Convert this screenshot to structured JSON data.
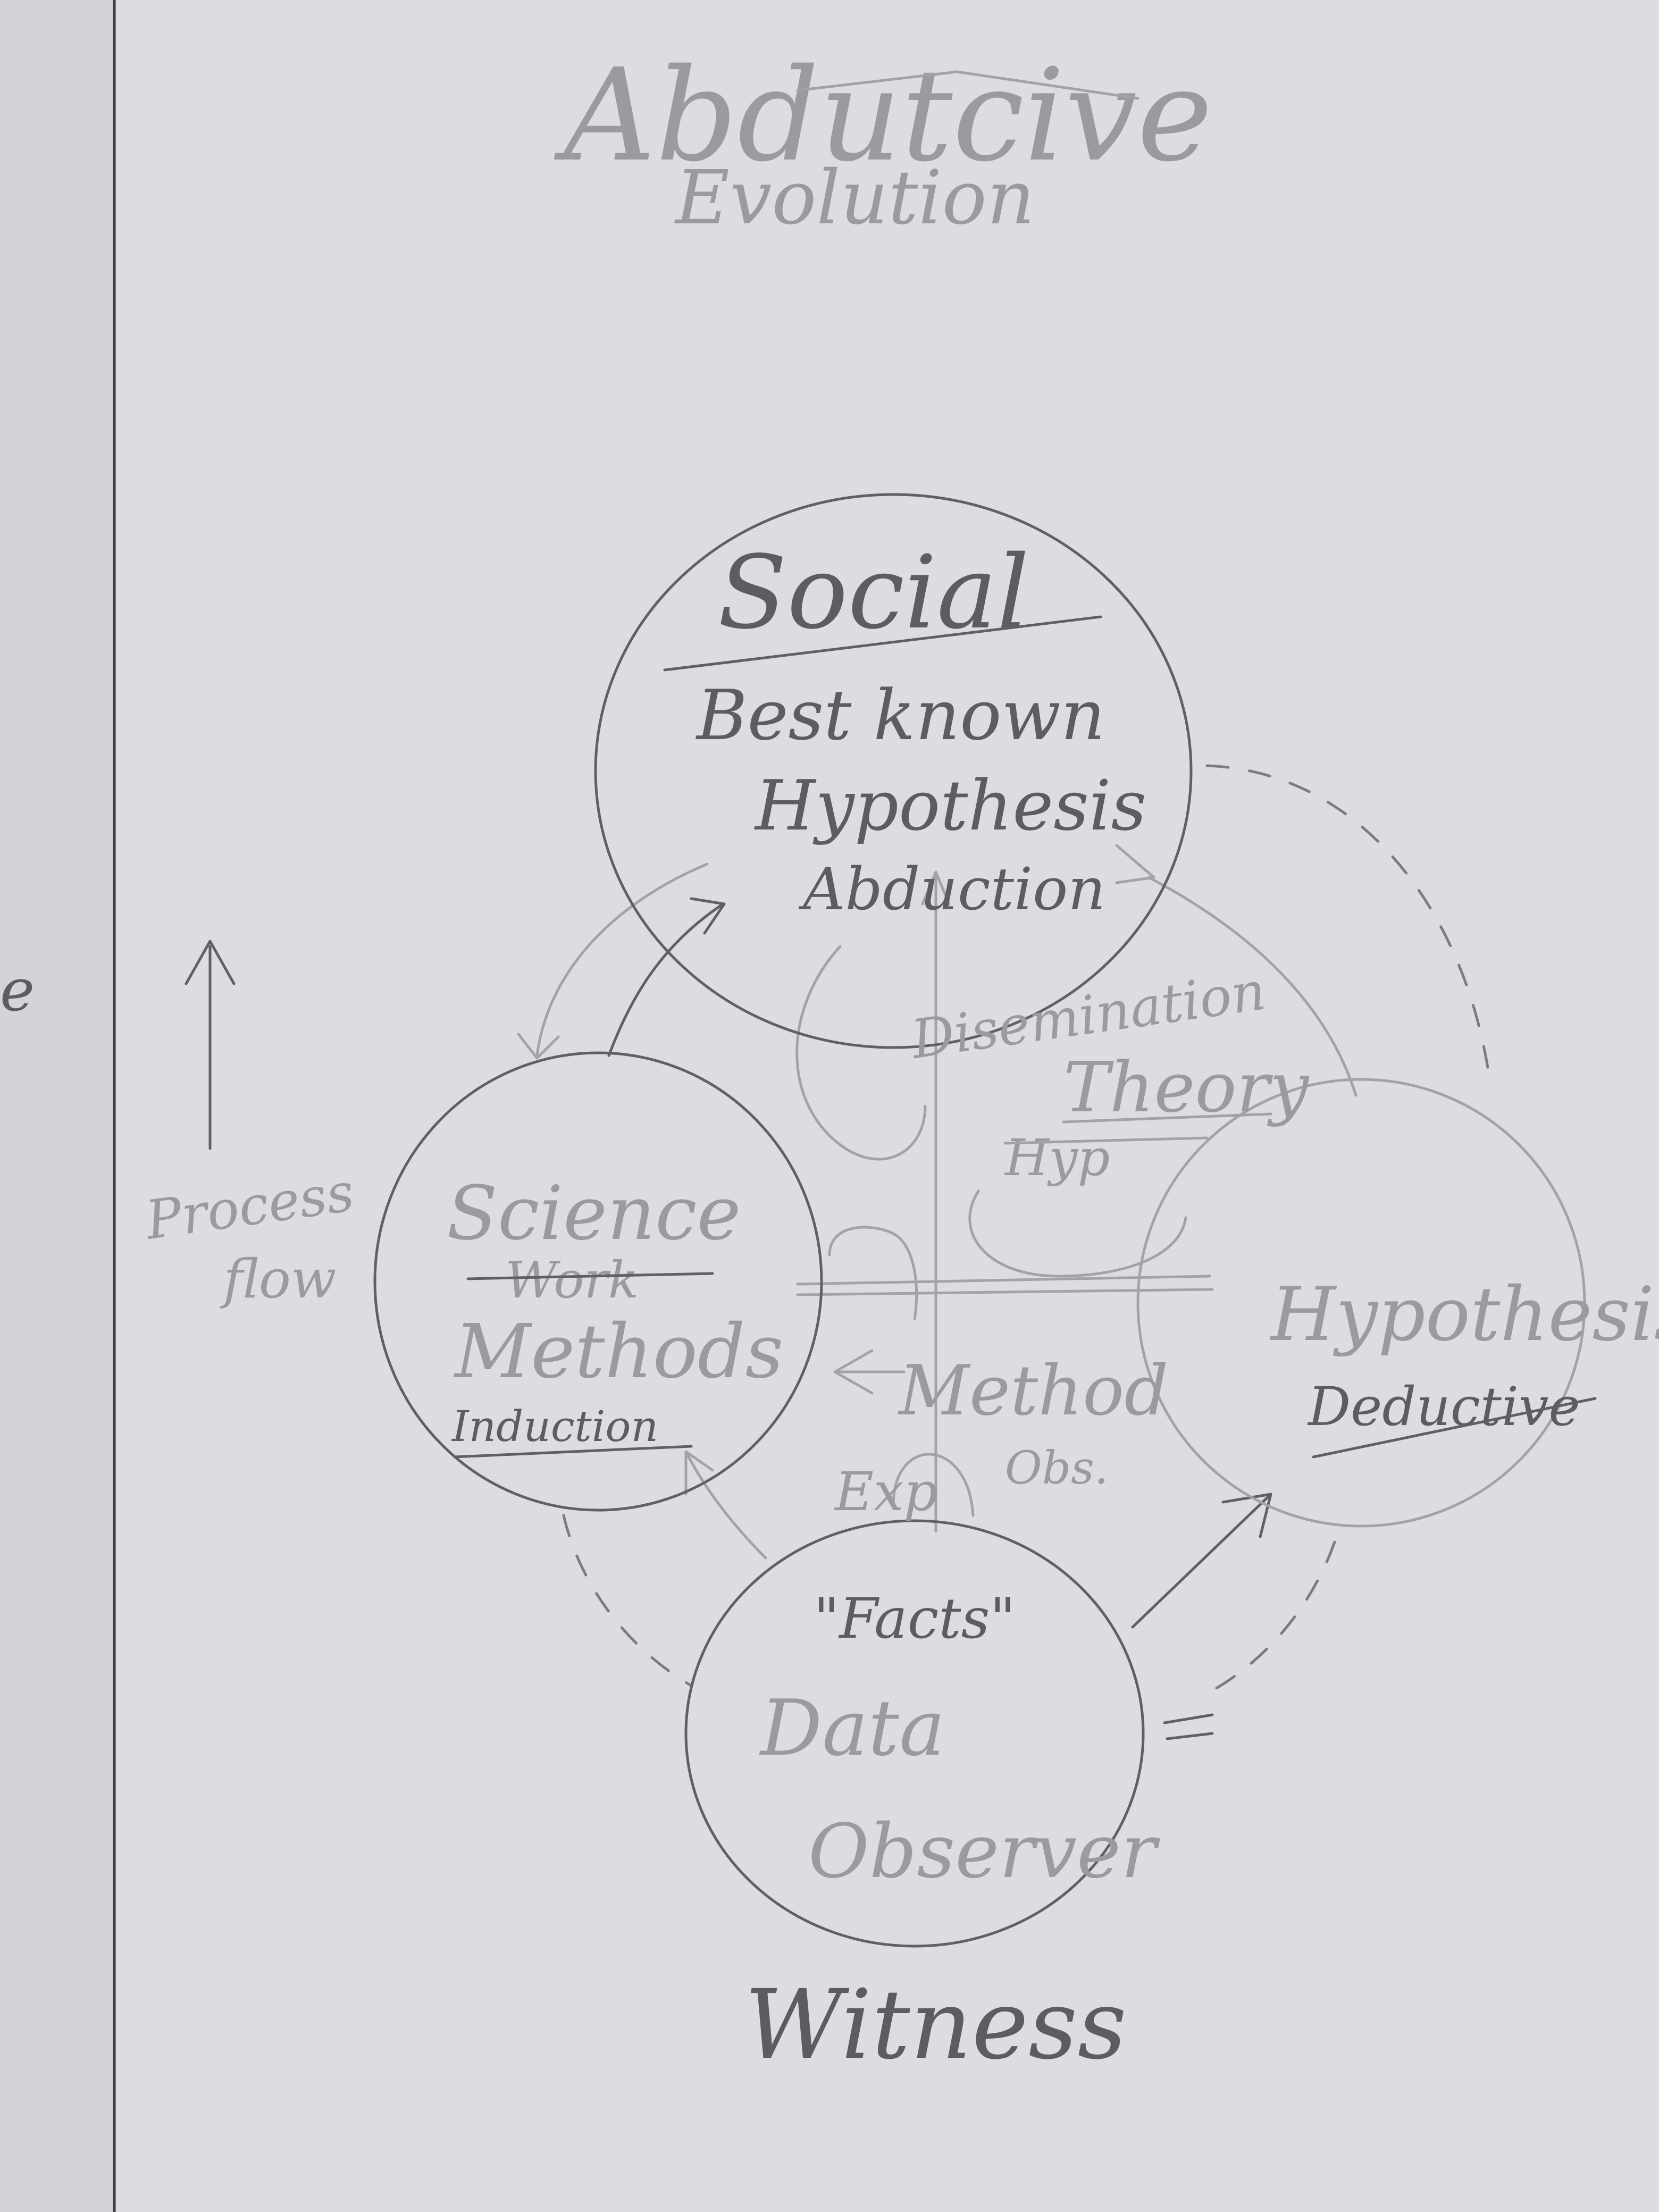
{
  "title": {
    "line1": "Abdutcive",
    "line2": "Evolution"
  },
  "side_text": {
    "left_edge_char": "e",
    "process_flow_line1": "Process",
    "process_flow_line2": "flow"
  },
  "nodes": {
    "social": {
      "heading": "Social",
      "line1": "Best known",
      "line2": "Hypothesis",
      "line3": "Abduction"
    },
    "science": {
      "heading": "Science",
      "struck": "Work",
      "line1": "Methods",
      "line2": "Induction"
    },
    "hypothesis": {
      "heading": "Hypothesis",
      "line1": "Deductive"
    },
    "data": {
      "quote": "\"Facts\"",
      "line1": "Data",
      "line2": "Observer"
    }
  },
  "center_text": {
    "dissemination": "Disemination",
    "theory": "Theory",
    "struck_hyp": "Hyp",
    "method": "Method",
    "exp": "Exp",
    "obs": "Obs."
  },
  "footer": {
    "witness": "Witness"
  },
  "colors": {
    "paper": "#dcdde2",
    "pencil_dark": "#5d5d61",
    "pencil_light": "#9a9aa0"
  }
}
